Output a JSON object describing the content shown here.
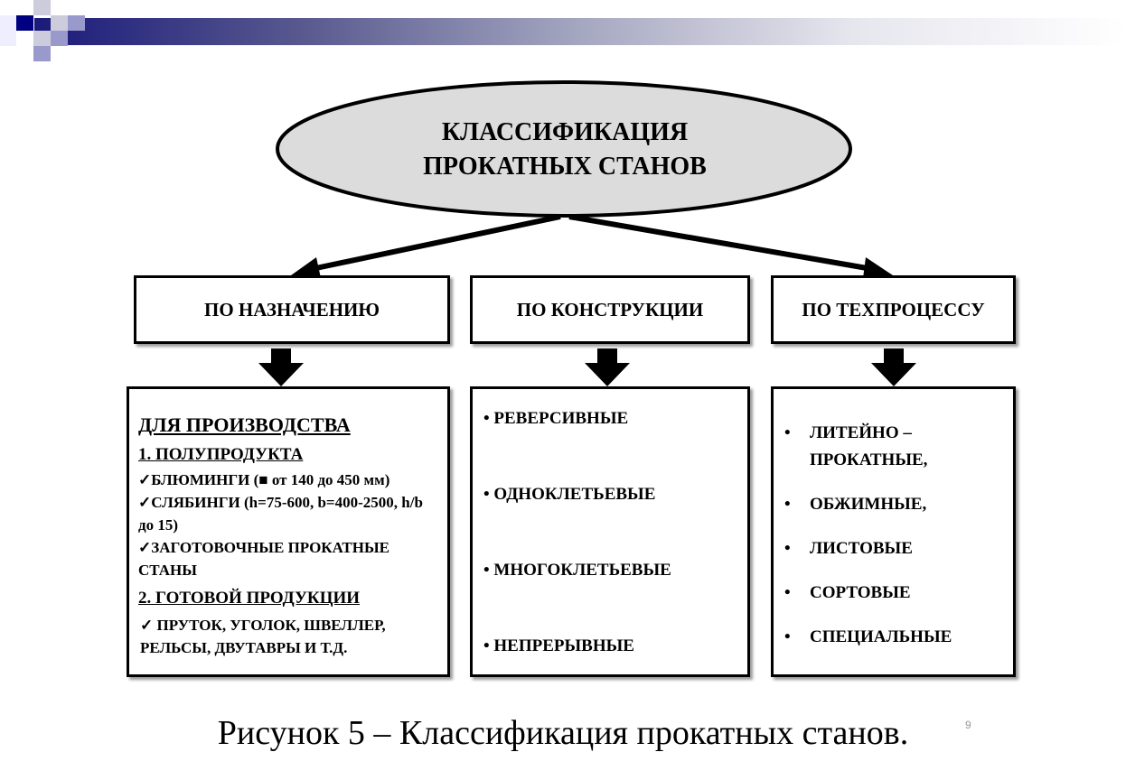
{
  "title": {
    "line1": "КЛАССИФИКАЦИЯ",
    "line2": "ПРОКАТНЫХ СТАНОВ"
  },
  "categories": [
    {
      "label": "ПО НАЗНАЧЕНИЮ"
    },
    {
      "label": "ПО КОНСТРУКЦИИ"
    },
    {
      "label": "ПО ТЕХПРОЦЕССУ"
    }
  ],
  "purpose": {
    "heading": "ДЛЯ ПРОИЗВОДСТВА",
    "sub1": "1.  ПОЛУПРОДУКТА",
    "items1": [
      "✓БЛЮМИНГИ (■ от 140 до 450 мм)",
      "✓СЛЯБИНГИ (h=75-600, b=400-2500, h/b до 15)",
      "✓ЗАГОТОВОЧНЫЕ ПРОКАТНЫЕ СТАНЫ"
    ],
    "sub2": "2. ГОТОВОЙ ПРОДУКЦИИ",
    "items2": [
      "✓ ПРУТОК, УГОЛОК, ШВЕЛЛЕР, РЕЛЬСЫ, ДВУТАВРЫ И Т.Д."
    ]
  },
  "construction": [
    "РЕВЕРСИВНЫЕ",
    "ОДНОКЛЕТЬЕВЫЕ",
    "МНОГОКЛЕТЬЕВЫЕ",
    "НЕПРЕРЫВНЫЕ"
  ],
  "process": [
    "ЛИТЕЙНО – ПРОКАТНЫЕ,",
    "ОБЖИМНЫЕ,",
    "ЛИСТОВЫЕ",
    "СОРТОВЫЕ",
    "СПЕЦИАЛЬНЫЕ"
  ],
  "caption": "Рисунок 5 – Классификация прокатных станов.",
  "page_number": "9"
}
